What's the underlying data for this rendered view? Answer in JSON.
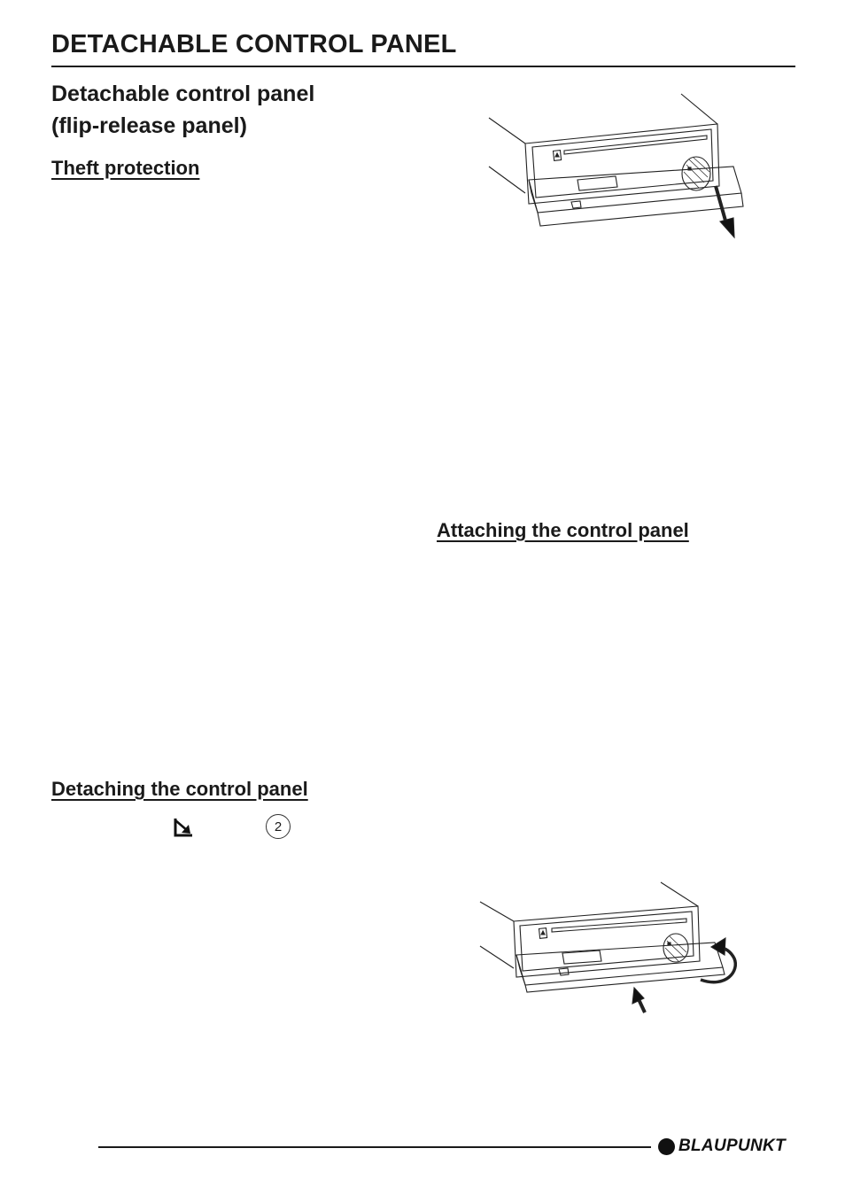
{
  "header": {
    "title": "DETACHABLE CONTROL PANEL"
  },
  "section": {
    "title_line1": "Detachable control panel",
    "title_line2": "(flip-release panel)",
    "theft_protection": "Theft protection",
    "attaching": "Attaching the control panel",
    "detaching": "Detaching the control panel",
    "button_number": "2"
  },
  "icons": {
    "release_button": "panel-release-icon"
  },
  "footer": {
    "brand": "BLAUPUNKT"
  }
}
